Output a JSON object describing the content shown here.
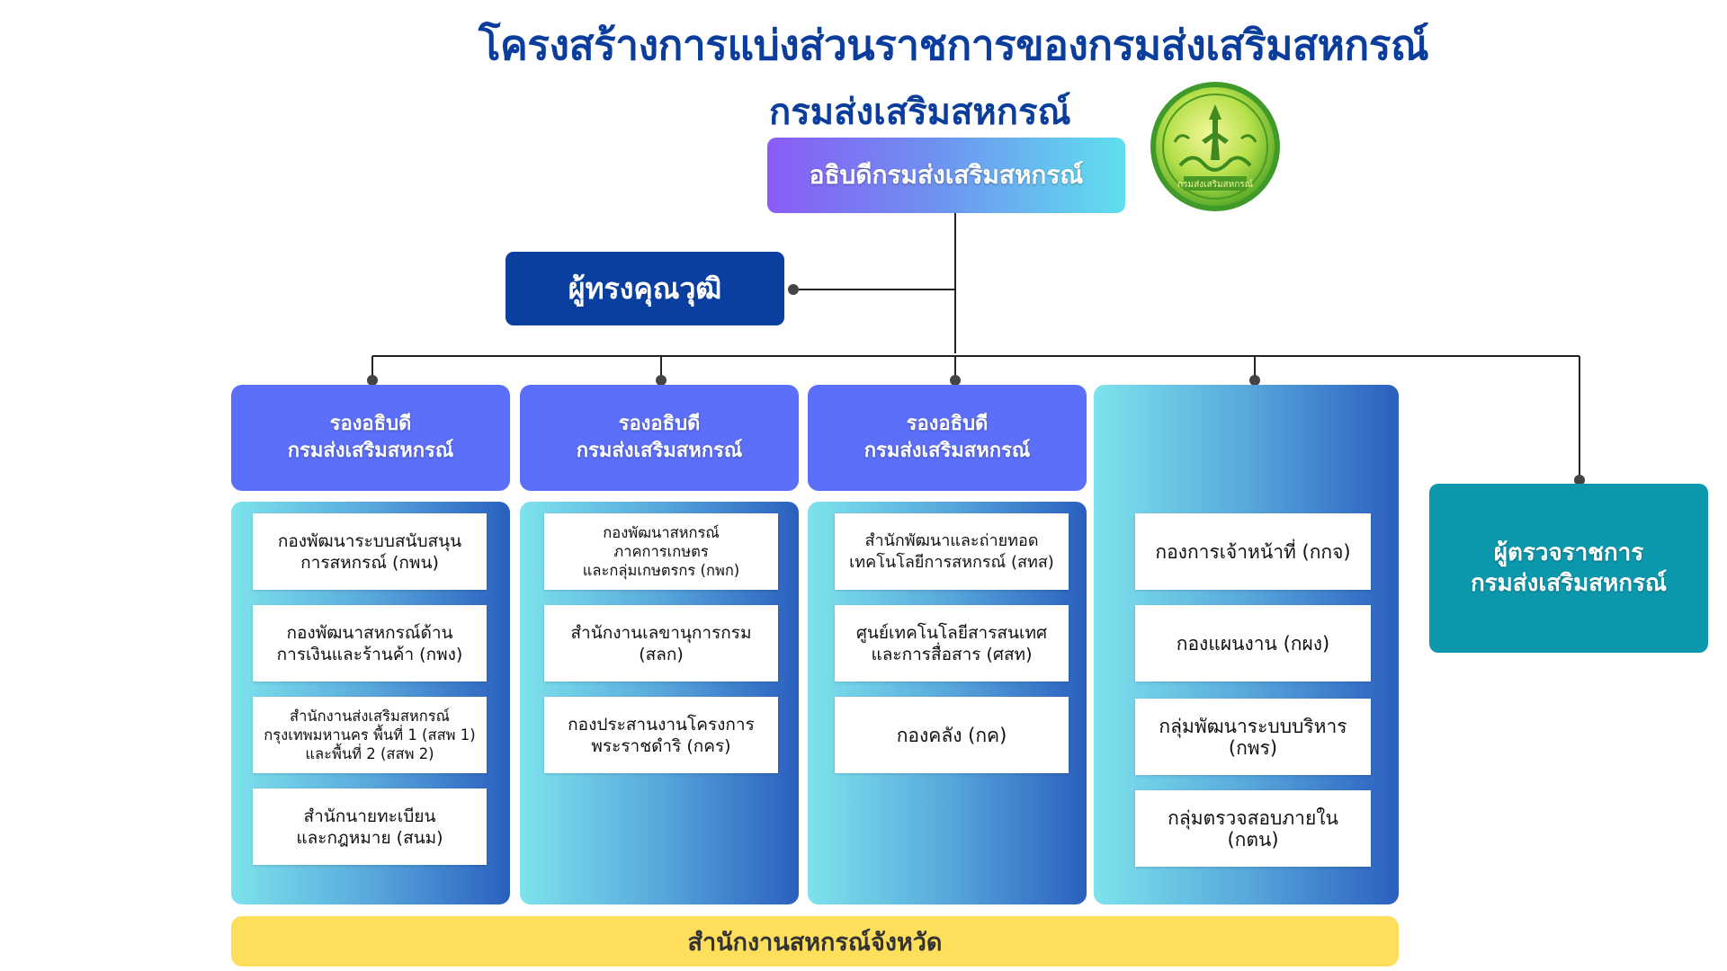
{
  "title": "โครงสร้างการแบ่งส่วนราชการของกรมส่งเสริมสหกรณ์",
  "subtitle": "กรมส่งเสริมสหกรณ์",
  "seal_text": "กรมส่งเสริมสหกรณ์",
  "director": "อธิบดีกรมส่งเสริมสหกรณ์",
  "experts": "ผู้ทรงคุณวุฒิ",
  "deputies": [
    {
      "line1": "รองอธิบดี",
      "line2": "กรมส่งเสริมสหกรณ์"
    },
    {
      "line1": "รองอธิบดี",
      "line2": "กรมส่งเสริมสหกรณ์"
    },
    {
      "line1": "รองอธิบดี",
      "line2": "กรมส่งเสริมสหกรณ์"
    }
  ],
  "columns": [
    {
      "units": [
        {
          "line1": "กองพัฒนาระบบสนับสนุน",
          "line2": "การสหกรณ์ (กพน)"
        },
        {
          "line1": "กองพัฒนาสหกรณ์ด้าน",
          "line2": "การเงินและร้านค้า (กพง)"
        },
        {
          "line1": "สำนักงานส่งเสริมสหกรณ์",
          "line2": "กรุงเทพมหานคร พื้นที่ 1 (สสพ 1)",
          "line3": "และพื้นที่ 2 (สสพ 2)"
        },
        {
          "line1": "สำนักนายทะเบียน",
          "line2": "และกฎหมาย (สนม)"
        }
      ]
    },
    {
      "units": [
        {
          "line1": "กองพัฒนาสหกรณ์",
          "line2": "ภาคการเกษตร",
          "line3": "และกลุ่มเกษตรกร (กพก)"
        },
        {
          "line1": "สำนักงานเลขานุการกรม",
          "line2": "(สลก)"
        },
        {
          "line1": "กองประสานงานโครงการ",
          "line2": "พระราชดำริ (กคร)"
        }
      ]
    },
    {
      "units": [
        {
          "line1": "สำนักพัฒนาและถ่ายทอด",
          "line2": "เทคโนโลยีการสหกรณ์ (สทส)"
        },
        {
          "line1": "ศูนย์เทคโนโลยีสารสนเทศ",
          "line2": "และการสื่อสาร (ศสท)"
        },
        {
          "line1": "กองคลัง (กค)"
        }
      ]
    },
    {
      "units": [
        {
          "line1": "กองการเจ้าหน้าที่ (กกจ)"
        },
        {
          "line1": "กองแผนงาน (กผง)"
        },
        {
          "line1": "กลุ่มพัฒนาระบบบริหาร",
          "line2": "(กพร)"
        },
        {
          "line1": "กลุ่มตรวจสอบภายใน",
          "line2": "(กตน)"
        }
      ]
    }
  ],
  "inspector": {
    "line1": "ผู้ตรวจราชการ",
    "line2": "กรมส่งเสริมสหกรณ์"
  },
  "provincial": "สำนักงานสหกรณ์จังหวัด",
  "colors": {
    "title": "#0b3d9c",
    "deputy": "#5b6ff8",
    "experts": "#0a3fa0",
    "inspector": "#0b98ad",
    "provincial": "#fedf5c",
    "seal": "#7dc63a"
  }
}
